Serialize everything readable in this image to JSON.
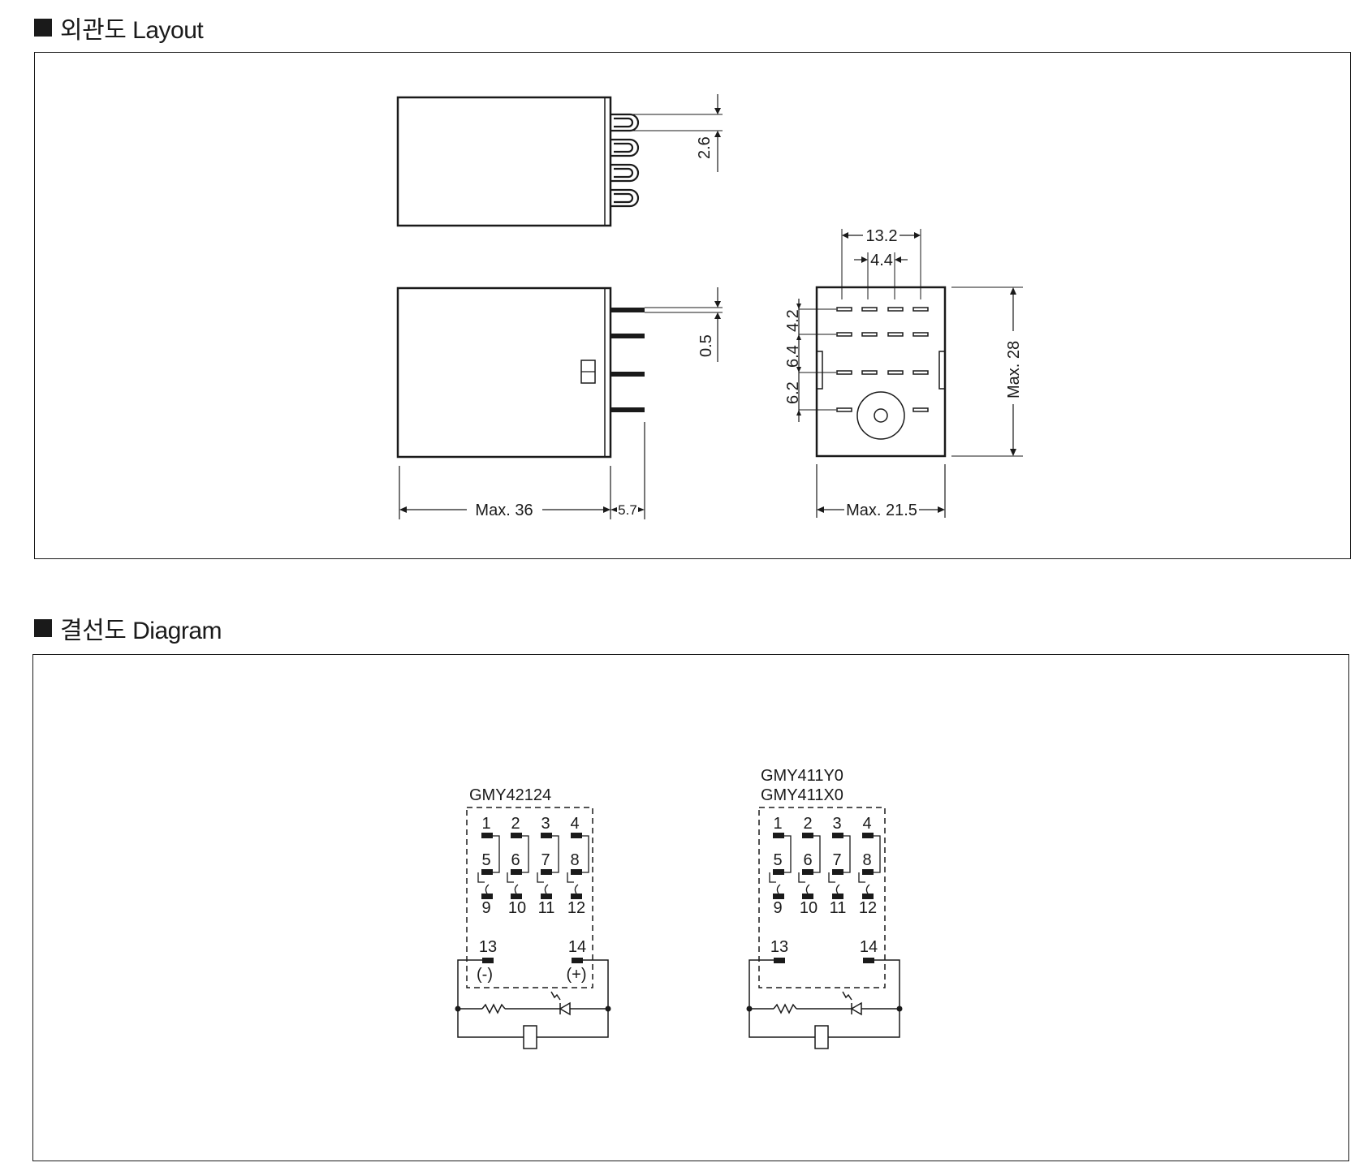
{
  "headings": {
    "layout": "외관도 Layout",
    "diagram": "결선도 Diagram"
  },
  "layout": {
    "dims": {
      "pin_pitch": "2.6",
      "pin_thickness": "0.5",
      "length": "Max. 36",
      "pin_length": "5.7",
      "outer_pin_span": "13.2",
      "inner_pin_span": "4.4",
      "row_gap_1": "4.2",
      "row_gap_2": "6.4",
      "row_gap_3": "6.2",
      "height": "Max. 28",
      "width": "Max. 21.5"
    }
  },
  "diagram": {
    "left": {
      "model_lines": [
        "GMY42124"
      ],
      "top_pins": [
        "1",
        "2",
        "3",
        "4"
      ],
      "mid_pins": [
        "5",
        "6",
        "7",
        "8"
      ],
      "bottom_pins": [
        "9",
        "10",
        "11",
        "12"
      ],
      "coil_pins": [
        "13",
        "14"
      ],
      "polarity": [
        "(-)",
        "(+)"
      ]
    },
    "right": {
      "model_lines": [
        "GMY411Y0",
        "GMY411X0"
      ],
      "top_pins": [
        "1",
        "2",
        "3",
        "4"
      ],
      "mid_pins": [
        "5",
        "6",
        "7",
        "8"
      ],
      "bottom_pins": [
        "9",
        "10",
        "11",
        "12"
      ],
      "coil_pins": [
        "13",
        "14"
      ]
    }
  }
}
